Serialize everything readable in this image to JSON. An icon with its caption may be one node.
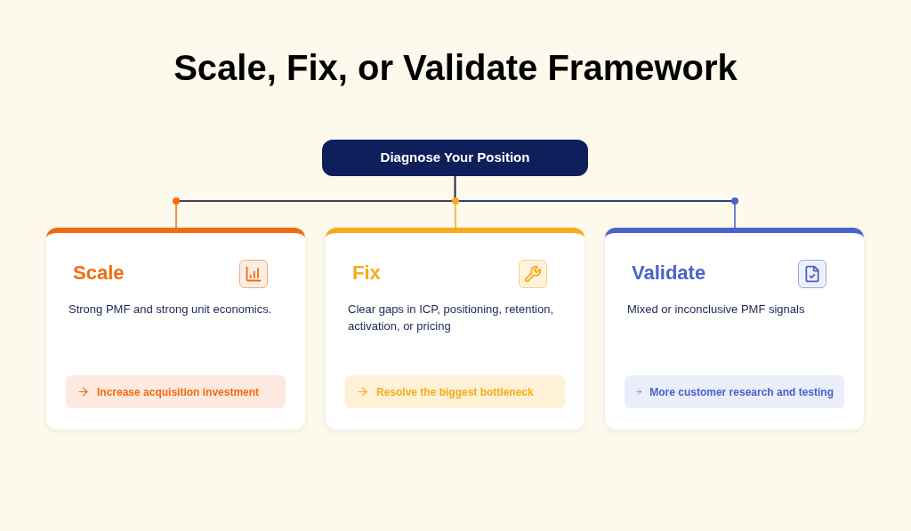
{
  "diagram": {
    "title": "Scale, Fix, or Validate Framework",
    "nodes": [
      {
        "text": [
          "Diagnose Your Position"
        ]
      },
      {
        "text": [
          "Scale",
          "Strong PMF and strong unit economics."
        ]
      },
      {
        "text": [
          "Increase acquisition investment"
        ],
        "in": 1
      },
      {
        "text": [
          "Fix",
          "Clear gaps in ICP, positioning, retention, activation, or pricing"
        ]
      },
      {
        "text": [
          "Resolve the biggest bottleneck"
        ],
        "in": 3
      },
      {
        "text": [
          "Validate",
          "Mixed or inconclusive PMF signals"
        ]
      },
      {
        "text": [
          "More customer research and testing"
        ],
        "in": 5
      }
    ],
    "edges": [
      {
        "from": 0,
        "to": 1,
        "arrow": "none",
        "color": "#f26b0f"
      },
      {
        "from": 0,
        "to": 3,
        "arrow": "none",
        "color": "#f6ab1a"
      },
      {
        "from": 0,
        "to": 5,
        "arrow": "none",
        "color": "#4a62c9"
      }
    ]
  }
}
